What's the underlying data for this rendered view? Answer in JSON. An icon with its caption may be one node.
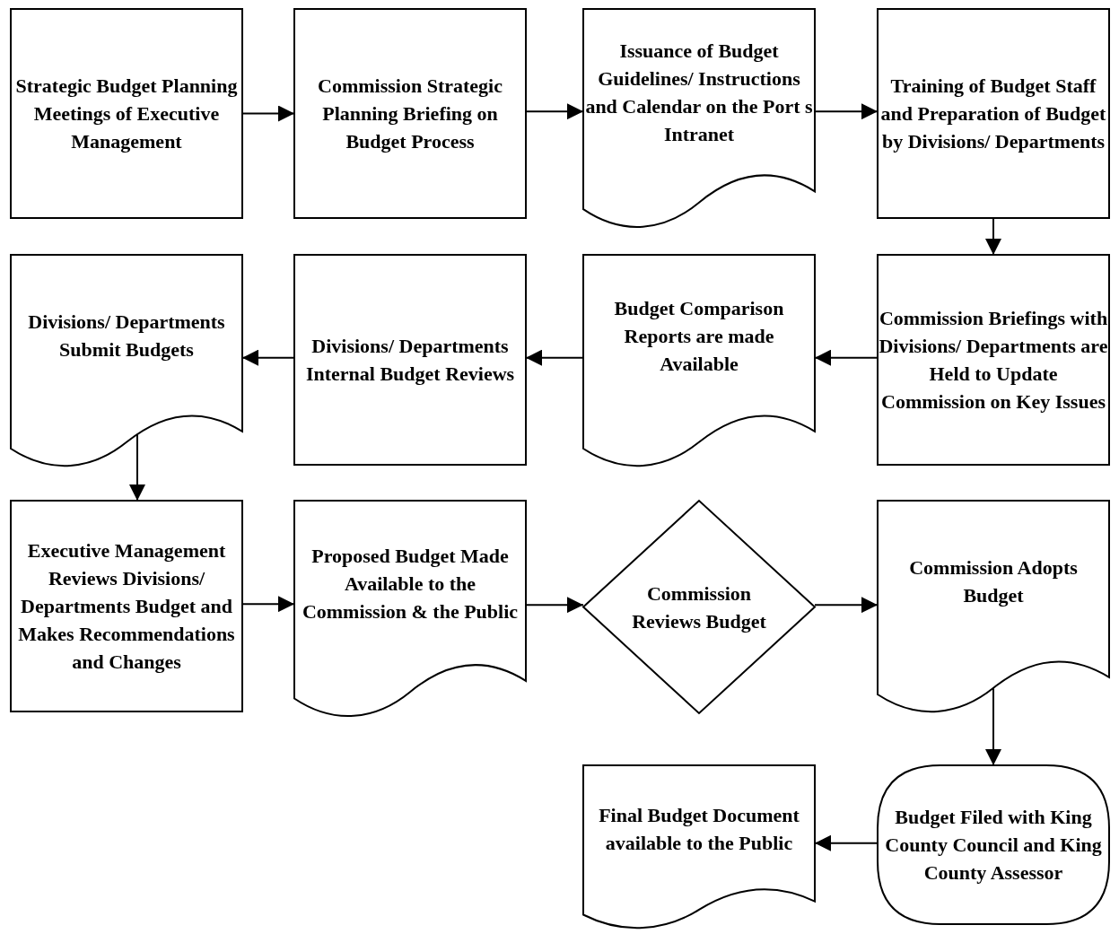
{
  "diagram": {
    "nodes": [
      {
        "text": [
          "Strategic Budget Planning Meetings of Executive Management"
        ]
      },
      {
        "text": [
          "Commission Strategic Planning Briefing on Budget Process"
        ]
      },
      {
        "text": [
          "Issuance of Budget Guidelines/ Instructions and Calendar on the Port s Intranet"
        ]
      },
      {
        "text": [
          "Training of Budget Staff and Preparation of Budget by Divisions/ Departments"
        ]
      },
      {
        "text": [
          "Commission Briefings with Divisions/ Departments are Held to Update Commission on Key Issues"
        ]
      },
      {
        "text": [
          "Budget Comparison Reports are made Available"
        ]
      },
      {
        "text": [
          "Divisions/ Departments Internal Budget Reviews"
        ]
      },
      {
        "text": [
          "Divisions/ Departments Submit Budgets"
        ]
      },
      {
        "text": [
          "Executive Management Reviews Divisions/ Departments Budget and Makes Recommendations and Changes"
        ]
      },
      {
        "text": [
          "Proposed Budget Made Available to the Commission & the Public"
        ]
      },
      {
        "text": [
          "Commission Reviews Budget"
        ]
      },
      {
        "text": [
          "Commission Adopts Budget"
        ]
      },
      {
        "text": [
          "Budget Filed with King County Council and King County Assessor"
        ]
      },
      {
        "text": [
          "Final Budget Document available to the Public"
        ]
      }
    ],
    "edges": [
      {
        "from": 0,
        "to": 1,
        "arrow": "to"
      },
      {
        "from": 1,
        "to": 2,
        "arrow": "to"
      },
      {
        "from": 2,
        "to": 3,
        "arrow": "to"
      },
      {
        "from": 3,
        "to": 4,
        "arrow": "to"
      },
      {
        "from": 4,
        "to": 5,
        "arrow": "to"
      },
      {
        "from": 5,
        "to": 6,
        "arrow": "to"
      },
      {
        "from": 6,
        "to": 7,
        "arrow": "to"
      },
      {
        "from": 7,
        "to": 8,
        "arrow": "to"
      },
      {
        "from": 8,
        "to": 9,
        "arrow": "to"
      },
      {
        "from": 9,
        "to": 10,
        "arrow": "to"
      },
      {
        "from": 10,
        "to": 11,
        "arrow": "to"
      },
      {
        "from": 11,
        "to": 12,
        "arrow": "to"
      },
      {
        "from": 12,
        "to": 13,
        "arrow": "to"
      }
    ]
  }
}
